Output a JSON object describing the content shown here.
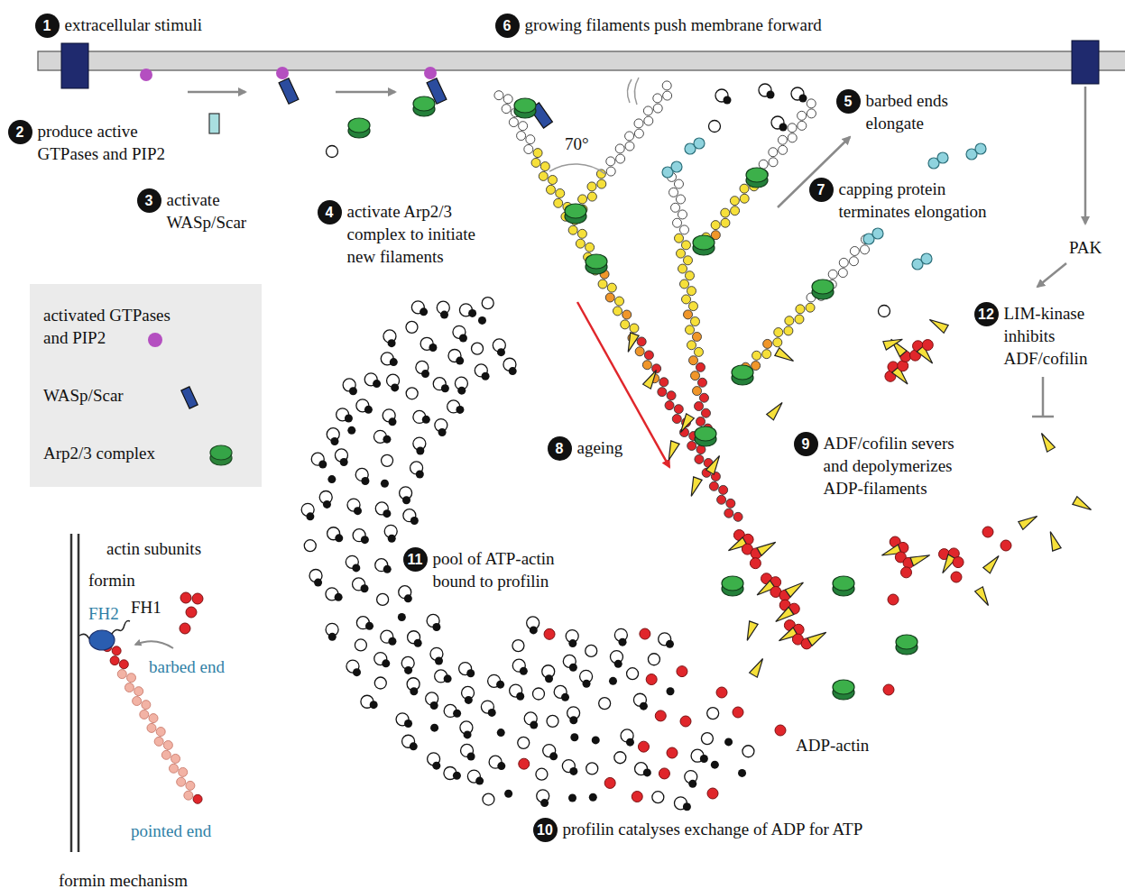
{
  "diagram": {
    "nodes": [
      {
        "text": [
          "1",
          "extracellular stimuli"
        ]
      },
      {
        "text": [
          "2",
          "produce active GTPases and PIP2"
        ]
      },
      {
        "text": [
          "3",
          "activate WASp/Scar"
        ]
      },
      {
        "text": [
          "4",
          "activate Arp2/3 complex to initiate new filaments"
        ]
      },
      {
        "text": [
          "5",
          "barbed ends elongate"
        ]
      },
      {
        "text": [
          "6",
          "growing filaments push membrane forward"
        ]
      },
      {
        "text": [
          "7",
          "capping protein terminates elongation"
        ]
      },
      {
        "text": [
          "8",
          "ageing"
        ]
      },
      {
        "text": [
          "9",
          "ADF/cofilin severs and depolymerizes ADP-filaments"
        ]
      },
      {
        "text": [
          "10",
          "profilin catalyses exchange of ADP for ATP"
        ]
      },
      {
        "text": [
          "11",
          "pool of ATP-actin bound to profilin"
        ]
      },
      {
        "text": [
          "12",
          "LIM-kinase inhibits ADF/cofilin"
        ]
      }
    ],
    "labels": [
      "70°",
      "PAK",
      "actin subunits",
      "formin",
      "FH2",
      "FH1",
      "barbed end",
      "pointed end",
      "formin mechanism",
      "ADP-actin"
    ],
    "legend": [
      {
        "text": "activated GTPases and PIP2",
        "color": "#b44fc0"
      },
      {
        "text": "WASp/Scar",
        "color": "#2b4c9e"
      },
      {
        "text": "Arp2/3 complex",
        "color": "#35a447"
      }
    ]
  }
}
